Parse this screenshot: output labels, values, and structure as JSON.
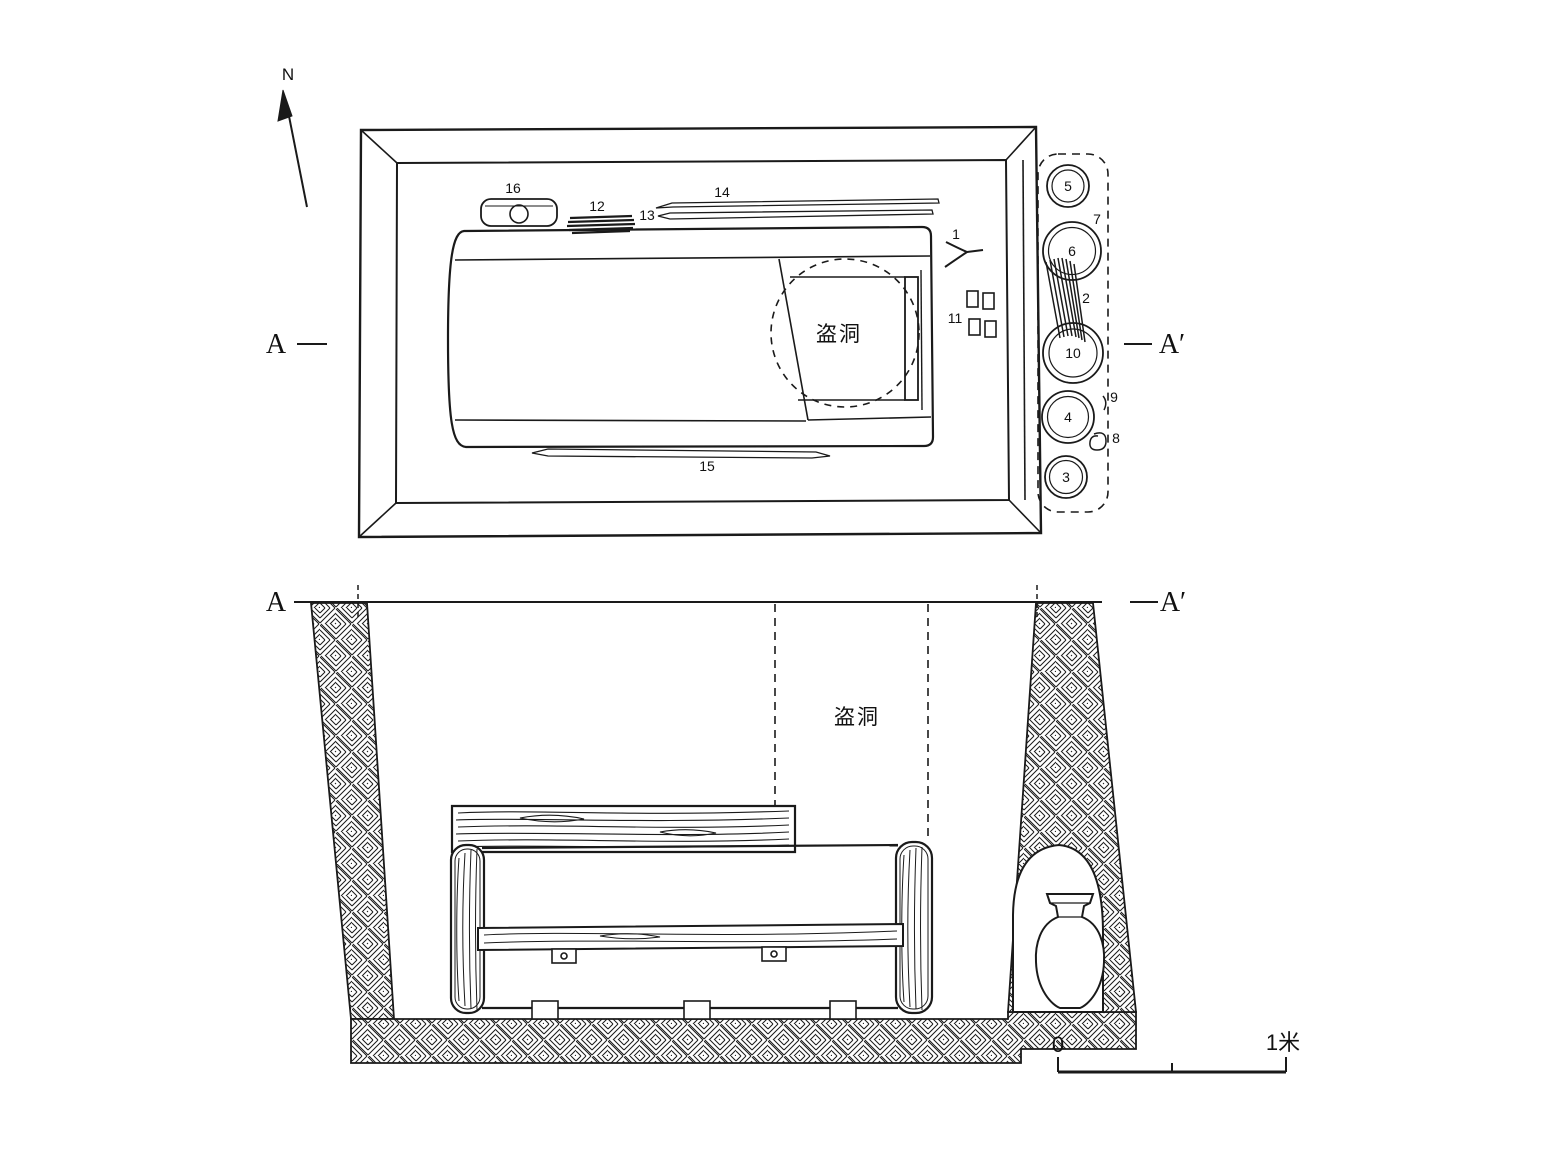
{
  "compass": {
    "north_label": "N"
  },
  "plan": {
    "marker_left": "A",
    "marker_right": "A′",
    "robber_hole_label": "盗洞",
    "labels": {
      "n1": "1",
      "n2": "2",
      "n3": "3",
      "n4": "4",
      "n5": "5",
      "n6": "6",
      "n7": "7",
      "n8": "8",
      "n9": "9",
      "n10": "10",
      "n11": "11",
      "n12": "12",
      "n13": "13",
      "n14": "14",
      "n15": "15",
      "n16": "16"
    }
  },
  "section": {
    "marker_left": "A",
    "marker_right": "A′",
    "robber_hole_label": "盗洞"
  },
  "scale_bar": {
    "zero_label": "0",
    "max_label": "1米"
  }
}
